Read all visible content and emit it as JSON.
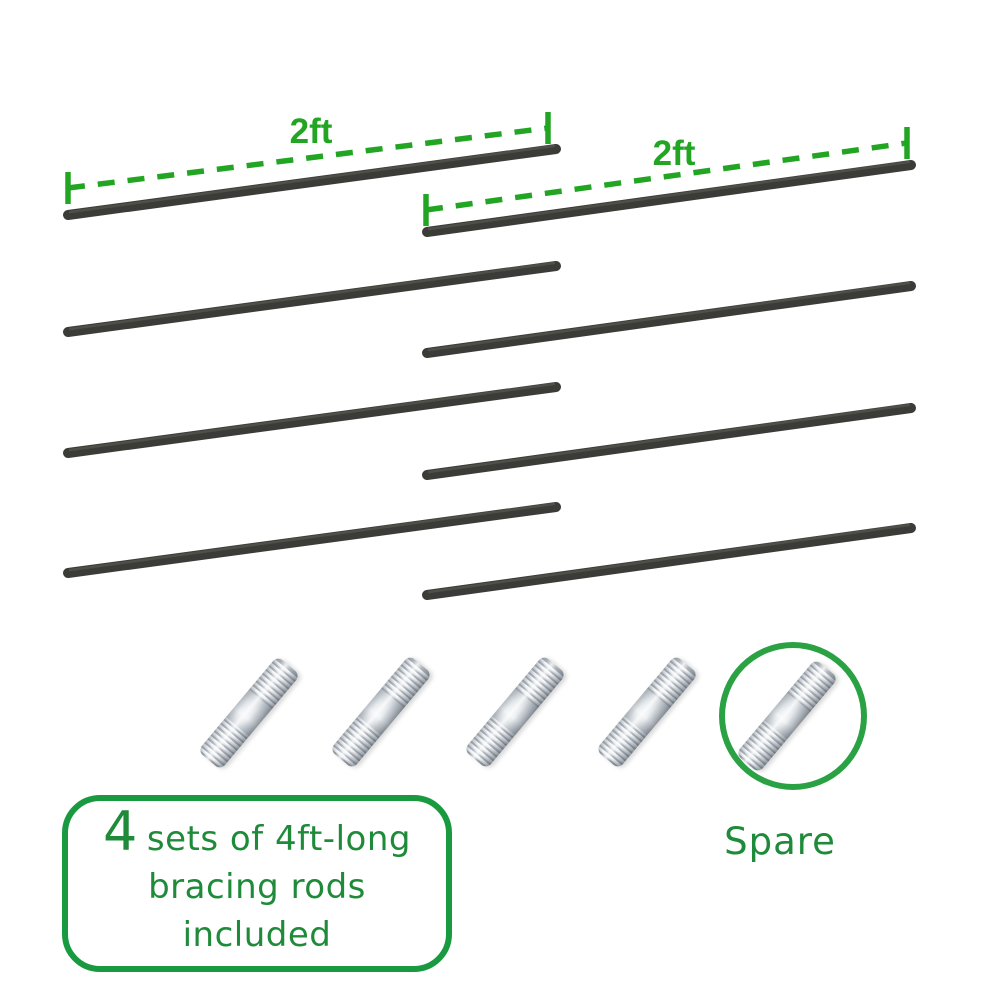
{
  "annotations": {
    "measurements": [
      {
        "label": "2ft"
      },
      {
        "label": "2ft"
      }
    ],
    "spare_label": "Spare",
    "callout": {
      "number": "4",
      "line1_rest": "sets of 4ft-long",
      "line2": "bracing rods",
      "line3": "included"
    }
  },
  "counts": {
    "bracing_rods_shown": 8,
    "studs_shown": 5
  },
  "colors": {
    "measure_green": "#22a522",
    "text_green": "#1f8b3a",
    "circle_green": "#2aa244",
    "box_border_green": "#1a9a40",
    "rod_charcoal": "#3b3b37",
    "stud_metal": "#dde1e5"
  }
}
